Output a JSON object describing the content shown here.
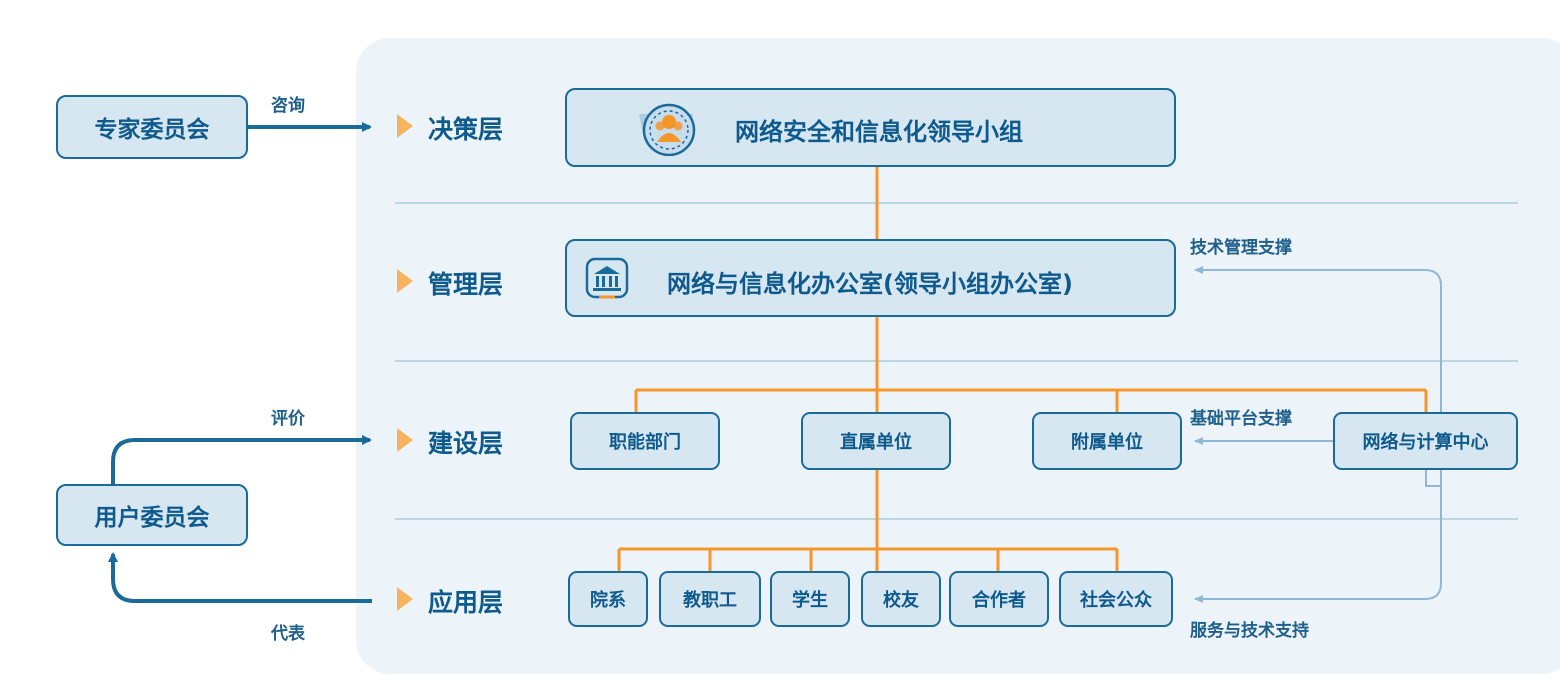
{
  "external": {
    "expert_committee": "专家委员会",
    "user_committee": "用户委员会",
    "consult_label": "咨询",
    "evaluate_label": "评价",
    "represent_label": "代表"
  },
  "layers": {
    "decision": "决策层",
    "management": "管理层",
    "construction": "建设层",
    "application": "应用层"
  },
  "decision_box": {
    "label": "网络安全和信息化领导小组",
    "icon": "group-people-icon"
  },
  "management_box": {
    "label": "网络与信息化办公室(领导小组办公室)",
    "icon": "building-icon"
  },
  "construction_units": [
    "职能部门",
    "直属单位",
    "附属单位",
    "网络与计算中心"
  ],
  "application_units": [
    "院系",
    "教职工",
    "学生",
    "校友",
    "合作者",
    "社会公众"
  ],
  "support_labels": {
    "tech_management": "技术管理支撑",
    "base_platform": "基础平台支撑",
    "service_tech": "服务与技术支持"
  },
  "colors": {
    "navy": "#1a6a9a",
    "box_fill": "#d7e7f2",
    "panel": "#edf4f9",
    "orange": "#f5962b",
    "thin_line": "#8fb8d4",
    "triangle": "#f6b45f"
  }
}
